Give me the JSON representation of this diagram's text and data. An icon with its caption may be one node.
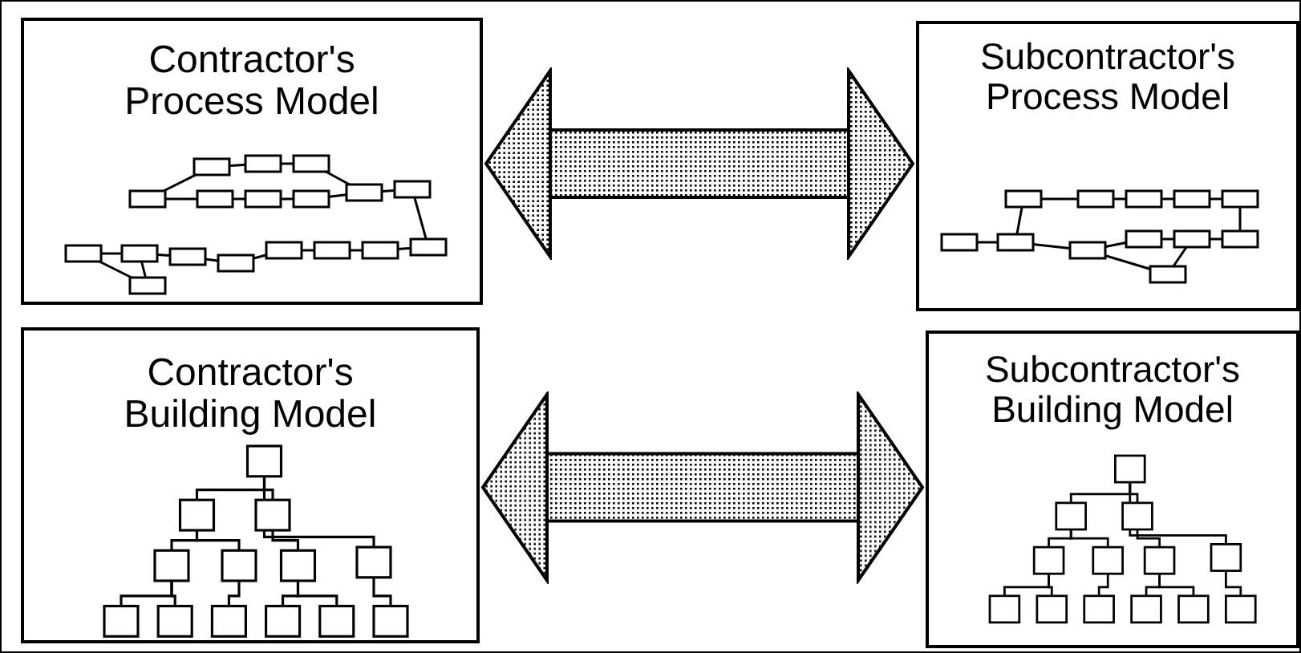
{
  "diagram": {
    "nodes": [
      {
        "text": [
          "Contractor's Process Model"
        ]
      },
      {
        "text": [
          "Subcontractor's Process Model"
        ]
      },
      {
        "text": [
          "Contractor's Building Model"
        ]
      },
      {
        "text": [
          "Subcontractor's Building Model"
        ]
      }
    ],
    "edges": [
      {
        "from": 0,
        "to": 1,
        "arrow": "both",
        "style": "thick"
      },
      {
        "from": 2,
        "to": 3,
        "arrow": "both",
        "style": "thick"
      }
    ]
  }
}
